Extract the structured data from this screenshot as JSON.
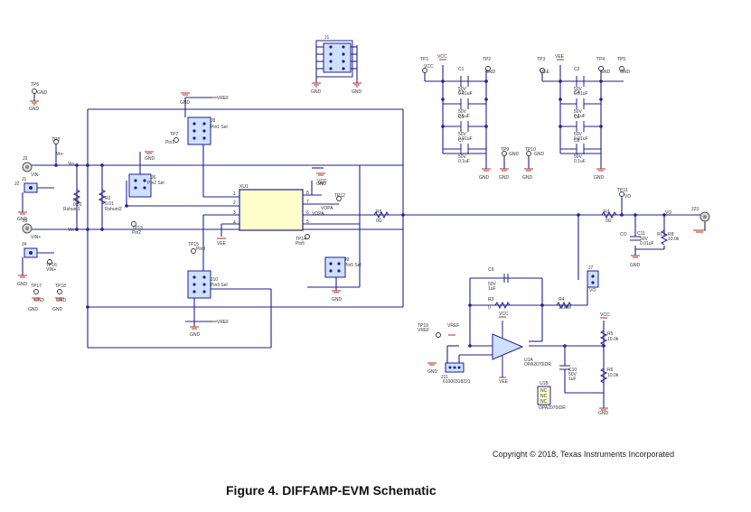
{
  "copyright": "Copyright © 2018, Texas Instruments Incorporated",
  "caption": "Figure 4. DIFFAMP-EVM Schematic",
  "labels": {
    "tp6": "TP6",
    "gnd": "GND",
    "tp8": "TP8",
    "vin_minus": "Vin-",
    "vin_plus": "Vin+",
    "j3": "J3",
    "j1": "J1",
    "j5": "J5",
    "j4": "J4",
    "j2": "J2",
    "j23": "J23",
    "vin_m_conn": "VIN-",
    "vin_p_conn": "VIN+",
    "tp16": "TP16",
    "tp17": "TP17",
    "tp18": "TP18",
    "r1": "R1",
    "r1_val": "0.01",
    "rshunt1": "Rshunt1",
    "r2": "R2",
    "r2_val": "0.01",
    "rshunt2": "Rshunt2",
    "j6": "J6",
    "pin2sel": "Pin2 Sel",
    "tp13": "TP13",
    "pin2": "Pin2",
    "j8": "J8",
    "pin1sel": "Pin1 Sel",
    "tp7": "TP7",
    "pin1": "Pin1",
    "vref": "VREF",
    "j10": "J10",
    "pin3sel": "Pin3 Sel",
    "tp15": "TP15",
    "pin3": "Pin3",
    "xu1": "XU1",
    "pin1n": "1",
    "pin2n": "2",
    "pin3n": "3",
    "pin4n": "4",
    "pin5n": "5",
    "pin6n": "6",
    "pin7n": "7",
    "pin8n": "8",
    "vcc": "VCC",
    "vee": "VEE",
    "vopa": "VOPA",
    "tp12": "TP12",
    "tp14": "TP14",
    "pin5": "Pin5",
    "j9": "J9",
    "pin5sel": "Pin5 Sel",
    "r9": "R9",
    "r9_val": "0Ω",
    "tp1": "TP1",
    "tp2": "TP2",
    "tp3": "TP3",
    "tp4": "TP4",
    "tp5": "TP5",
    "tp9": "TP9",
    "tp10": "TP10",
    "tp11": "TP11",
    "vo": "VO",
    "c1": "C1",
    "c2": "C2",
    "c3": "C3",
    "c4": "C4",
    "c5": "C5",
    "c6": "C6",
    "c7": "C7",
    "c8": "C8",
    "v50": "50V",
    "cap001": "0.01uF",
    "cap01": "0.1uF",
    "cap1u": "1uF",
    "r7": "R7",
    "r7_val": "0Ω",
    "c11": "C11",
    "co": "CO",
    "rl": "RL",
    "r8": "R8",
    "r8_val": "10.0k",
    "j7": "J7",
    "vo_j7": "VO",
    "c9": "C9",
    "r3": "R3",
    "r3_val": "0",
    "r4": "R4",
    "r4_val": "1.00M",
    "u1a": "U1A",
    "u1b": "U1B",
    "opa": "OPA2070IDR",
    "r5": "R5",
    "r5_val": "10.0k",
    "r6": "R6",
    "r6_val": "10.0k",
    "c10": "C10",
    "tp19": "TP19",
    "j11": "J11",
    "j11_part": "61000318221",
    "nc": "NC"
  }
}
